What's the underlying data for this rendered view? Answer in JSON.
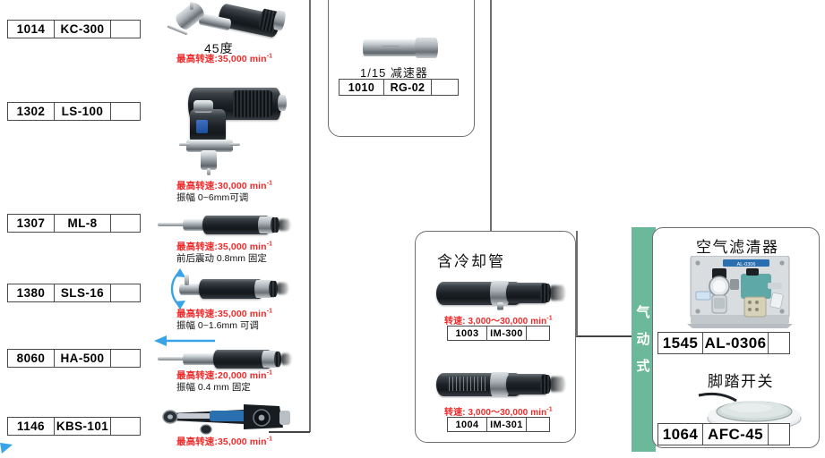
{
  "meta": {
    "accent_red": "#ee2b2b",
    "accent_green": "#6cb89a",
    "line_gray": "#6e6e6e"
  },
  "left_column": {
    "items": [
      {
        "code": "1014",
        "model": "KC-300",
        "blank": "",
        "title": "45度",
        "spec_red": "最高转速:35,000 min",
        "spec_red_sup": "-1",
        "spec_black": "",
        "art": "angle-handpiece-45"
      },
      {
        "code": "1302",
        "model": "LS-100",
        "blank": "",
        "title": "",
        "spec_red": "最高转速:30,000 min",
        "spec_red_sup": "-1",
        "spec_black": "振幅 0~6mm可调",
        "art": "pistol-grip-sander"
      },
      {
        "code": "1307",
        "model": "ML-8",
        "blank": "",
        "title": "",
        "spec_red": "最高转速:35,000 min",
        "spec_red_sup": "-1",
        "spec_black": "前后震动 0.8mm 固定",
        "art": "straight-reciprocating"
      },
      {
        "code": "1380",
        "model": "SLS-16",
        "blank": "",
        "title": "",
        "spec_red": "最高转速:35,000 min",
        "spec_red_sup": "-1",
        "spec_black": "振幅 0~1.6mm 可调",
        "art": "swing-handpiece"
      },
      {
        "code": "8060",
        "model": "HA-500",
        "blank": "",
        "title": "",
        "spec_red": "最高转速:20,000 min",
        "spec_red_sup": "-1",
        "spec_black": "振幅 0.4 mm 固定",
        "art": "slim-reciprocating"
      },
      {
        "code": "1146",
        "model": "KBS-101",
        "blank": "",
        "title": "",
        "spec_red": "最高转速:35,000 min",
        "spec_red_sup": "-1",
        "spec_black": "",
        "art": "belt-sander"
      }
    ]
  },
  "reducer_box": {
    "title": "1/15 减速器",
    "code": "1010",
    "model": "RG-02",
    "blank": ""
  },
  "cooling_box": {
    "title": "含冷却管",
    "items": [
      {
        "spec_red": "转速: 3,000～30,000 min",
        "spec_red_sup": "-1",
        "code": "1003",
        "model": "IM-300",
        "blank": ""
      },
      {
        "spec_red": "转速: 3,000～30,000 min",
        "spec_red_sup": "-1",
        "code": "1004",
        "model": "IM-301",
        "blank": ""
      }
    ]
  },
  "pneumatic_panel": {
    "sidebar_chars": [
      "气",
      "动",
      "式"
    ],
    "items": [
      {
        "title": "空气滤清器",
        "code": "1545",
        "model": "AL-0306",
        "blank": "",
        "art": "air-filter-regulator"
      },
      {
        "title": "脚踏开关",
        "code": "1064",
        "model": "AFC-45",
        "blank": "",
        "art": "foot-switch"
      }
    ]
  }
}
